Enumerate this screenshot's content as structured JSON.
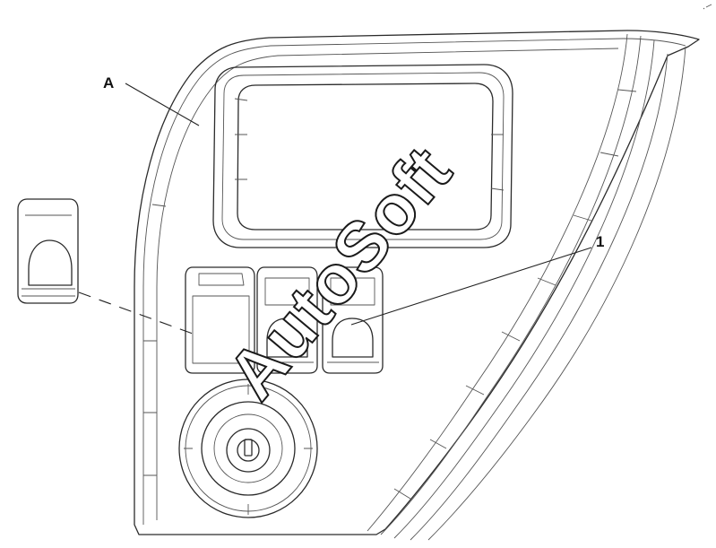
{
  "callouts": {
    "panel_label": "A",
    "switch_label": "1"
  },
  "watermark": {
    "text": "AutoSoft"
  },
  "colors": {
    "line": "#2b2b2b",
    "background": "#ffffff"
  }
}
